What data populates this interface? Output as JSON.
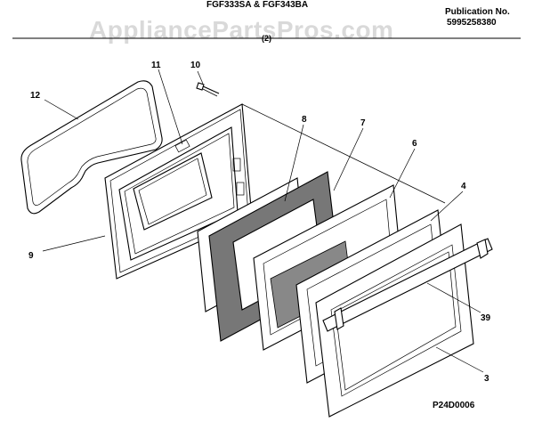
{
  "header": {
    "model": "FGF333SA & FGF343BA",
    "publication_label": "Publication No.",
    "publication_number": "5995258380",
    "section": "(2)"
  },
  "watermark": "AppliancePartsPros.com",
  "diagram_code": "P24D0006",
  "callouts": {
    "c12": "12",
    "c11": "11",
    "c10": "10",
    "c9": "9",
    "c8": "8",
    "c7": "7",
    "c6": "6",
    "c4": "4",
    "c39": "39",
    "c3": "3"
  }
}
